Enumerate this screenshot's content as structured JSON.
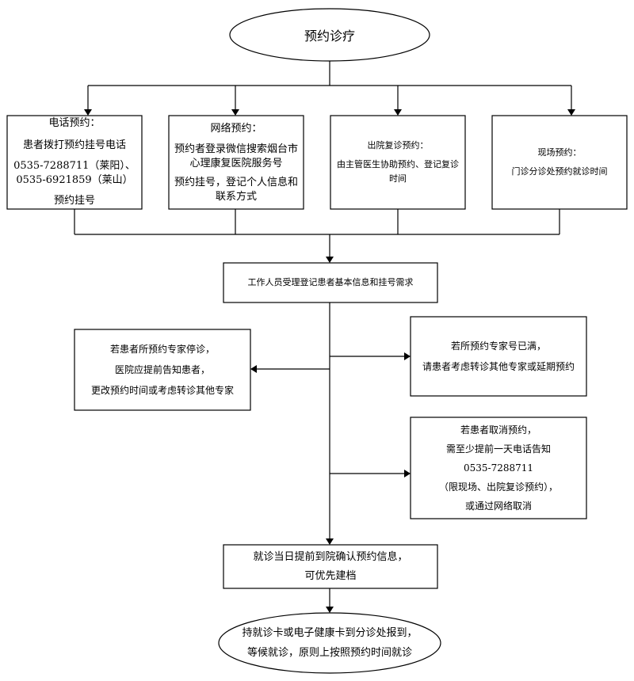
{
  "start": {
    "label": "预约诊疗"
  },
  "branches": {
    "phone": {
      "title": "电话预约：",
      "lines": [
        "患者拨打预约挂号电话",
        "0535-7288711（莱阳）、",
        "0535-6921859（莱山）",
        "预约挂号"
      ]
    },
    "online": {
      "title": "网络预约：",
      "lines": [
        "预约者登录微信搜索烟台市",
        "心理康复医院服务号",
        "预约挂号，登记个人信息和",
        "联系方式"
      ]
    },
    "followup": {
      "title": "出院复诊预约：",
      "lines": [
        "由主管医生协助预约、登记复诊",
        "时间"
      ]
    },
    "onsite": {
      "title": "现场预约：",
      "lines": [
        "门诊分诊处预约就诊时间"
      ]
    }
  },
  "register": {
    "label": "工作人员受理登记患者基本信息和挂号需求"
  },
  "expert_stop": {
    "lines": [
      "若患者所预约专家停诊，",
      "医院应提前告知患者，",
      "更改预约时间或考虑转诊其他专家"
    ]
  },
  "expert_full": {
    "lines": [
      "若所预约专家号已满，",
      "请患者考虑转诊其他专家或延期预约"
    ]
  },
  "cancel": {
    "lines": [
      "若患者取消预约，",
      "需至少提前一天电话告知",
      "0535-7288711",
      "（限现场、出院复诊预约），",
      "或通过网络取消"
    ]
  },
  "confirm": {
    "lines": [
      "就诊当日提前到院确认预约信息，",
      "可优先建档"
    ]
  },
  "end": {
    "lines": [
      "持就诊卡或电子健康卡到分诊处报到，",
      "等候就诊，原则上按照预约时间就诊"
    ]
  }
}
